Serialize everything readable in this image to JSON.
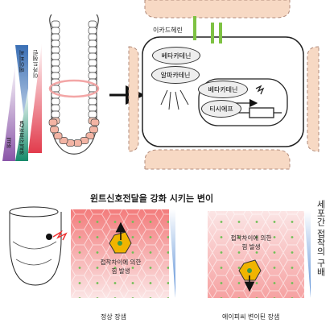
{
  "gradient_labels": {
    "wnt": "윈트",
    "wnt_signaling": "윈트신호전달",
    "epha": "에이피씨",
    "ecad": "이카드헤린"
  },
  "cell_panel": {
    "ecad_label": "이카드헤린",
    "beta_catenin_top": "베타카테닌",
    "alpha_catenin": "알파카테닌",
    "beta_catenin_nucleus": "베타카테닌",
    "tcf": "티시에프"
  },
  "bottom": {
    "title": "윈트신호전달을 강화 시키는 변이",
    "vertical_caption": "세포간 접착의 구배",
    "normal_force": "접착차이에 의한\n힘 발생",
    "mutant_force": "접착차이에 의한\n힘 발생",
    "normal_label": "정상 장샘",
    "mutant_label": "에이피씨 변이된 장샘"
  },
  "colors": {
    "wnt": "#9b6bb5",
    "wnt_signaling": "#1f9a78",
    "epha": "#4a7fc0",
    "ecad": "#e84a5a",
    "membrane": "#f7d9c4",
    "receptor": "#7ec243",
    "cell_fill": "#f5a8a8",
    "focus_cell": "#f0b400",
    "ramp_blue": "#5b8fd6"
  }
}
